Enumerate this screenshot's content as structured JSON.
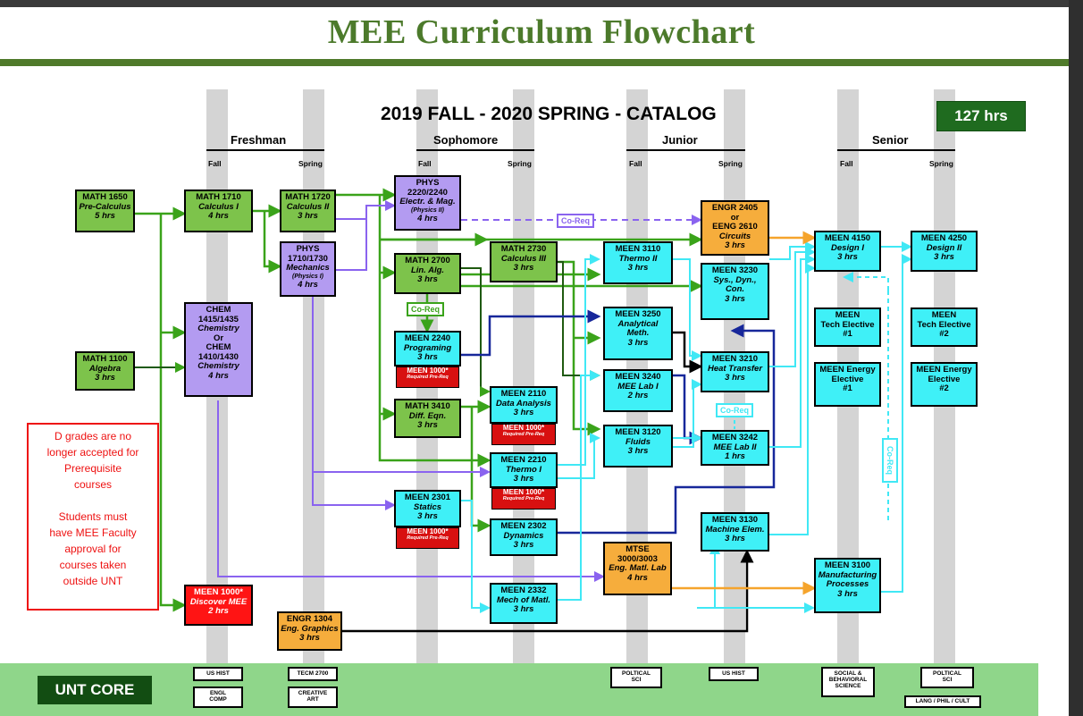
{
  "title": "MEE Curriculum Flowchart",
  "catalog": "2019 FALL - 2020 SPRING - CATALOG",
  "hours_badge": "127 hrs",
  "years": {
    "freshman": "Freshman",
    "sophomore": "Sophomore",
    "junior": "Junior",
    "senior": "Senior"
  },
  "terms": {
    "fall": "Fall",
    "spring": "Spring"
  },
  "coreq_label": "Co-Req",
  "note": {
    "line1": "D grades are no",
    "line2": "longer accepted for",
    "line3": "Prerequisite",
    "line4": "courses",
    "line5": "Students must",
    "line6": "have MEE Faculty",
    "line7": "approval for",
    "line8": "courses taken",
    "line9": "outside UNT"
  },
  "courses": {
    "math1650": {
      "code": "MATH 1650",
      "name": "Pre-Calculus",
      "hours": "5 hrs"
    },
    "math1100": {
      "code": "MATH 1100",
      "name": "Algebra",
      "hours": "3 hrs"
    },
    "math1710": {
      "code": "MATH 1710",
      "name": "Calculus I",
      "hours": "4 hrs"
    },
    "math1720": {
      "code": "MATH 1720",
      "name": "Calculus II",
      "hours": "3 hrs"
    },
    "chem": {
      "l1": "CHEM",
      "l2": "1415/1435",
      "l3": "Chemistry",
      "l4": "Or",
      "l5": "CHEM",
      "l6": "1410/1430",
      "l7": "Chemistry",
      "hours": "4 hrs"
    },
    "phys1710": {
      "l1": "PHYS",
      "l2": "1710/1730",
      "name": "Mechanics",
      "sub": "(Physics I)",
      "hours": "4 hrs"
    },
    "phys2220": {
      "l1": "PHYS",
      "l2": "2220/2240",
      "name": "Electr. & Mag.",
      "sub": "(Physics II)",
      "hours": "4 hrs"
    },
    "meen1000": {
      "code": "MEEN 1000*",
      "name": "Discover MEE",
      "hours": "2 hrs"
    },
    "engr1304": {
      "code": "ENGR 1304",
      "name": "Eng. Graphics",
      "hours": "3 hrs"
    },
    "math2700": {
      "code": "MATH 2700",
      "name": "Lin. Alg.",
      "hours": "3 hrs"
    },
    "math2730": {
      "code": "MATH 2730",
      "name": "Calculus III",
      "hours": "3 hrs"
    },
    "meen2240": {
      "code": "MEEN 2240",
      "name": "Programing",
      "hours": "3 hrs"
    },
    "math3410": {
      "code": "MATH 3410",
      "name": "Diff. Eqn.",
      "hours": "3 hrs"
    },
    "meen2110": {
      "code": "MEEN 2110",
      "name": "Data Analysis",
      "hours": "3 hrs"
    },
    "meen2210": {
      "code": "MEEN 2210",
      "name": "Thermo I",
      "hours": "3 hrs"
    },
    "meen2301": {
      "code": "MEEN 2301",
      "name": "Statics",
      "hours": "3 hrs"
    },
    "meen2302": {
      "code": "MEEN 2302",
      "name": "Dynamics",
      "hours": "3 hrs"
    },
    "meen2332": {
      "code": "MEEN 2332",
      "name": "Mech of Matl.",
      "hours": "3 hrs"
    },
    "meen3110": {
      "code": "MEEN 3110",
      "name": "Thermo II",
      "hours": "3 hrs"
    },
    "meen3250": {
      "code": "MEEN 3250",
      "name": "Analytical",
      "name2": "Meth.",
      "hours": "3 hrs"
    },
    "meen3240": {
      "code": "MEEN 3240",
      "name": "MEE Lab I",
      "hours": "2 hrs"
    },
    "meen3120": {
      "code": "MEEN 3120",
      "name": "Fluids",
      "hours": "3 hrs"
    },
    "mtse3000": {
      "l1": "MTSE",
      "l2": "3000/3003",
      "name": "Eng. Matl. Lab",
      "hours": "4 hrs"
    },
    "engr2405": {
      "l1": "ENGR 2405",
      "l2": "or",
      "l3": "EENG 2610",
      "name": "Circuits",
      "hours": "3 hrs"
    },
    "meen3230": {
      "code": "MEEN 3230",
      "name": "Sys., Dyn.,",
      "name2": "Con.",
      "hours": "3 hrs"
    },
    "meen3210": {
      "code": "MEEN 3210",
      "name": "Heat Transfer",
      "hours": "3 hrs"
    },
    "meen3242": {
      "code": "MEEN 3242",
      "name": "MEE Lab II",
      "hours": "1 hrs"
    },
    "meen3130": {
      "code": "MEEN 3130",
      "name": "Machine Elem.",
      "hours": "3 hrs"
    },
    "meen4150": {
      "code": "MEEN 4150",
      "name": "Design I",
      "hours": "3 hrs"
    },
    "meen4250": {
      "code": "MEEN 4250",
      "name": "Design II",
      "hours": "3 hrs"
    },
    "techel1": {
      "l1": "MEEN",
      "l2": "Tech Elective",
      "l3": "#1"
    },
    "techel2": {
      "l1": "MEEN",
      "l2": "Tech Elective",
      "l3": "#2"
    },
    "energy1": {
      "l1": "MEEN Energy",
      "l2": "Elective",
      "l3": "#1"
    },
    "energy2": {
      "l1": "MEEN Energy",
      "l2": "Elective",
      "l3": "#2"
    },
    "meen3100": {
      "code": "MEEN 3100",
      "name": "Manufacturing",
      "name2": "Processes",
      "hours": "3 hrs"
    }
  },
  "req_tag": {
    "l1": "MEEN 1000*",
    "l2": "Required Pre-Req"
  },
  "core": {
    "label": "UNT CORE",
    "items": {
      "ushist1": "US HIST",
      "engl": "ENGL COMP",
      "tecm": "TECM 2700",
      "creative": "CREATIVE ART",
      "polsci1": "POLTICAL SCI",
      "ushist2": "US HIST",
      "social": "SOCIAL & BEHAVIORAL SCIENCE",
      "polsci2": "POLTICAL SCI",
      "lang": "LANG / PHIL / CULT"
    }
  },
  "colors": {
    "title_green": "#4c7a2b",
    "box_green": "#7dc34b",
    "box_cyan": "#3ff0f7",
    "box_purple": "#b39bf1",
    "box_orange": "#f6ad3c",
    "box_red": "#ff1414",
    "core_green": "#8fd68a",
    "line_green": "#3aa31a",
    "line_purple": "#8a63ef",
    "line_navy": "#17279a",
    "line_cyan": "#40e8f5",
    "line_orange": "#f5a42c"
  }
}
